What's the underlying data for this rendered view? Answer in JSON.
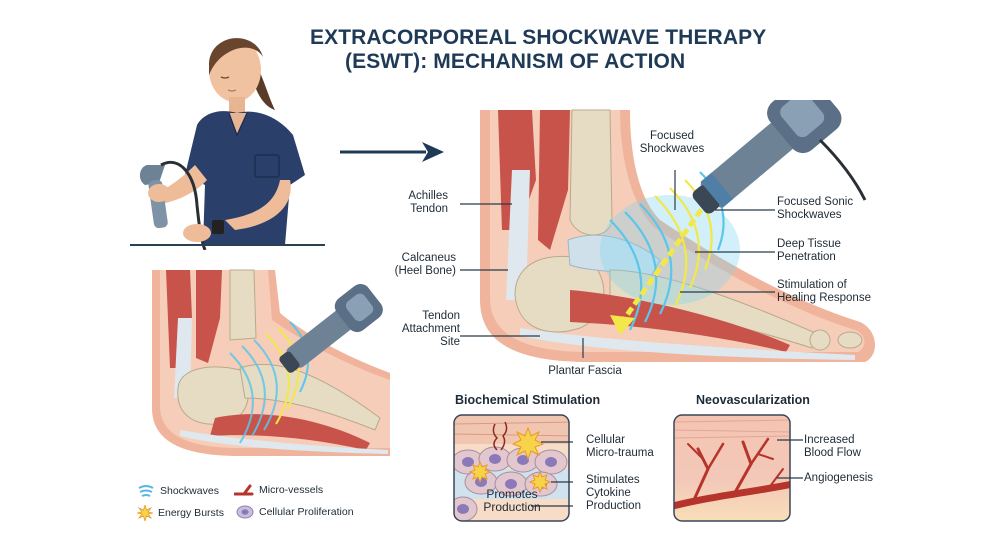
{
  "title": {
    "line1": "EXTRACORPOREAL SHOCKWAVE THERAPY",
    "line2": "(ESWT): MECHANISM OF ACTION"
  },
  "colors": {
    "title": "#1f3a56",
    "scrubs": "#2b3f6b",
    "skin": "#f2b8a0",
    "muscle": "#c8534a",
    "tendon": "#dfe8ee",
    "bone": "#e6dcc4",
    "device": "#5b7086",
    "wave_blue": "#5cc6ea",
    "wave_yellow": "#f2e84a",
    "vessel": "#b7342c",
    "cell": "#b8a8d6"
  },
  "main_labels": {
    "achilles_tendon": "Achilles\nTendon",
    "calcaneus": "Calcaneus\n(Heel Bone)",
    "tendon_attachment": "Tendon\nAttachment\nSite",
    "plantar_fascia": "Plantar Fascia",
    "focused_shockwaves": "Focused\nShockwaves",
    "focused_sonic_shockwaves": "Focused Sonic\nShockwaves",
    "deep_tissue_penetration": "Deep Tissue\nPenetration",
    "stimulation_healing": "Stimulation of\nHealing Response"
  },
  "biochemical": {
    "title": "Biochemical Stimulation",
    "inset_label": "Promotes\nProduction",
    "labels": {
      "micro_trauma": "Cellular\nMicro-trauma",
      "cytokine": "Stimulates\nCytokine\nProduction"
    }
  },
  "neovascularization": {
    "title": "Neovascularization",
    "labels": {
      "blood_flow": "Increased\nBlood Flow",
      "angiogenesis": "Angiogenesis"
    }
  },
  "legend": {
    "items": [
      {
        "icon": "shockwaves-icon",
        "label": "Shockwaves"
      },
      {
        "icon": "micro-vessels-icon",
        "label": "Micro-vessels"
      },
      {
        "icon": "energy-burst-icon",
        "label": "Energy Bursts"
      },
      {
        "icon": "cell-icon",
        "label": "Cellular Proliferation"
      }
    ]
  }
}
